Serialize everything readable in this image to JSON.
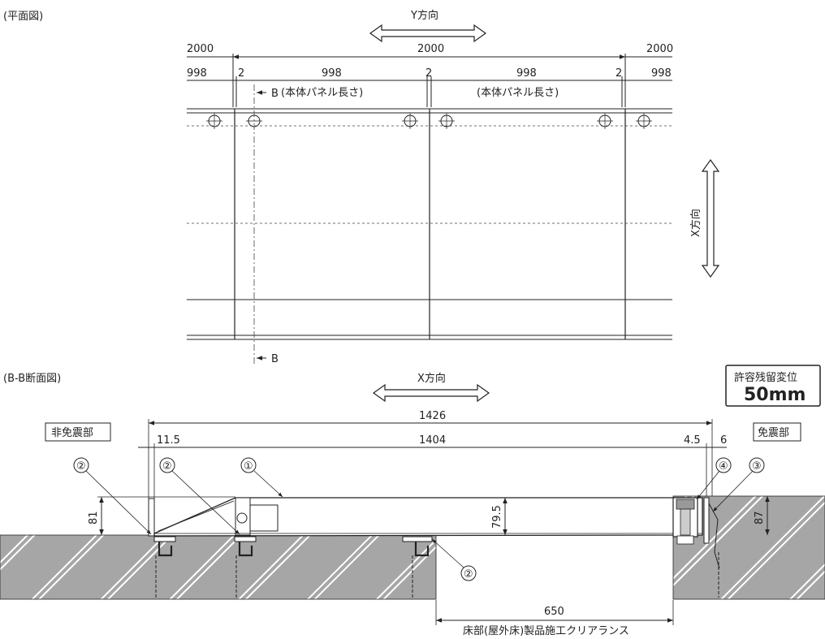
{
  "plan": {
    "title": "(平面図)",
    "y_direction": "Y方向",
    "x_direction": "X方向",
    "dims_top": [
      "2000",
      "2000",
      "2000"
    ],
    "dims_second": [
      "998",
      "2",
      "998",
      "2",
      "998",
      "2",
      "998"
    ],
    "panel_length": "(本体パネル長さ)",
    "section_mark": "B"
  },
  "section": {
    "title": "(B-B断面図)",
    "x_direction": "X方向",
    "left_zone": "非免震部",
    "right_zone": "免震部",
    "allowance_label": "許容残留変位",
    "allowance_value": "50mm",
    "dims": {
      "overall": "1426",
      "gap_left": "11.5",
      "inner": "1404",
      "gap_right": "4.5",
      "edge_right": "6",
      "h_left": "81",
      "h_panel": "79.5",
      "h_right": "87",
      "clearance": "650"
    },
    "clearance_label": "床部(屋外床)製品施工クリアランス",
    "callouts": [
      "②",
      "②",
      "①",
      "④",
      "③",
      "②"
    ]
  },
  "colors": {
    "line": "#222222",
    "concrete": "#a6a6a6",
    "hatch": "#ffffff"
  }
}
